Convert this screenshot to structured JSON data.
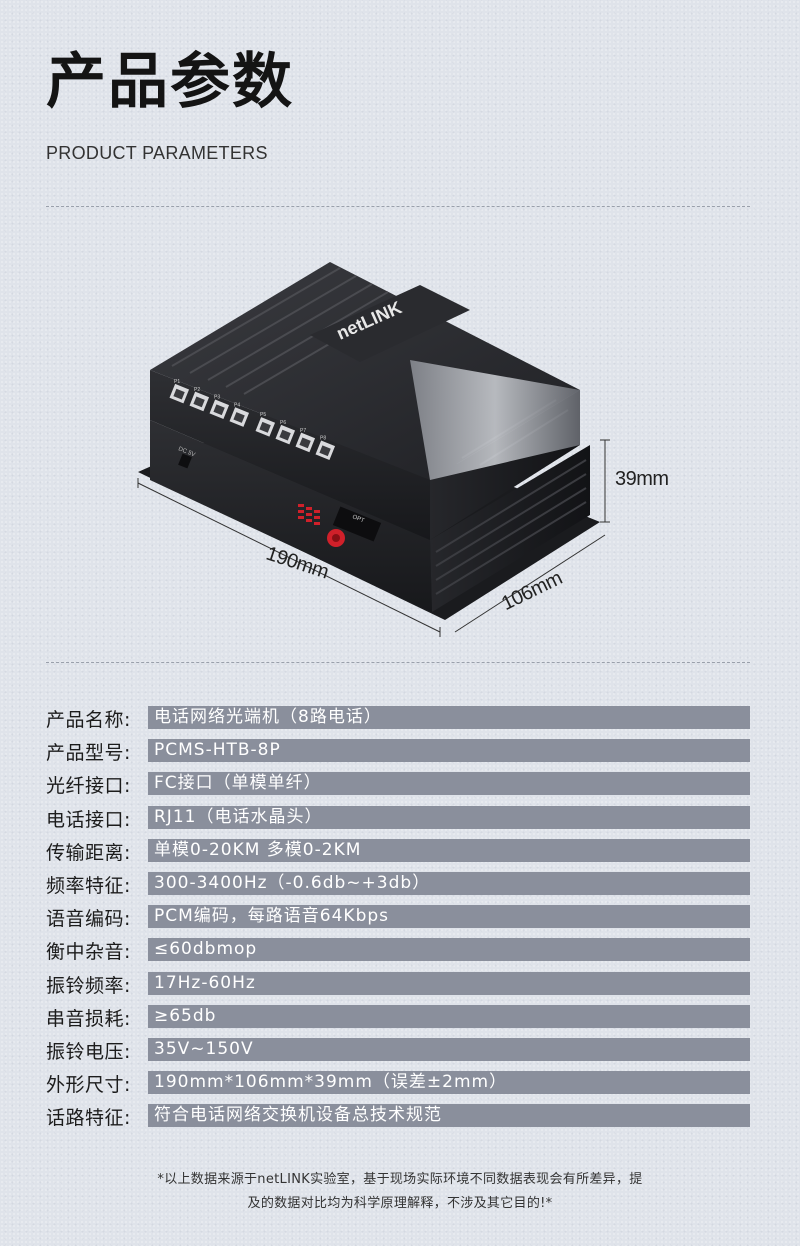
{
  "header": {
    "title": "产品参数",
    "subtitle": "PRODUCT PARAMETERS"
  },
  "device": {
    "brand": "netLINK",
    "dc_label": "DC 5V",
    "opt_label": "OPT",
    "port_labels": [
      "P1",
      "P2",
      "P3",
      "P4",
      "P5",
      "P6",
      "P7",
      "P8"
    ],
    "dimensions": {
      "length": "190mm",
      "width": "106mm",
      "height": "39mm"
    }
  },
  "specs": [
    {
      "label": "产品名称:",
      "value": "电话网络光端机（8路电话）"
    },
    {
      "label": "产品型号:",
      "value": "PCMS-HTB-8P"
    },
    {
      "label": "光纤接口:",
      "value": "FC接口（单模单纤）"
    },
    {
      "label": "电话接口:",
      "value": "RJ11（电话水晶头）"
    },
    {
      "label": "传输距离:",
      "value": "单模0-20KM  多模0-2KM"
    },
    {
      "label": "频率特征:",
      "value": "300-3400Hz（-0.6db~+3db）"
    },
    {
      "label": "语音编码:",
      "value": "PCM编码，每路语音64Kbps"
    },
    {
      "label": "衡中杂音:",
      "value": "≤60dbmop"
    },
    {
      "label": "振铃频率:",
      "value": "17Hz-60Hz"
    },
    {
      "label": "串音损耗:",
      "value": "≥65db"
    },
    {
      "label": "振铃电压:",
      "value": "35V~150V"
    },
    {
      "label": "外形尺寸:",
      "value": "190mm*106mm*39mm（误差±2mm）"
    },
    {
      "label": "话路特征:",
      "value": "符合电话网络交换机设备总技术规范"
    }
  ],
  "footnote": {
    "line1": "*以上数据来源于netLINK实验室，基于现场实际环境不同数据表现会有所差异，提",
    "line2": "及的数据对比均为科学原理解释，不涉及其它目的!*"
  },
  "colors": {
    "background": "#dfe3ea",
    "spec_bar": "#8a8f9c",
    "device_body": "#2b2c30",
    "accent_red": "#d0202a"
  }
}
